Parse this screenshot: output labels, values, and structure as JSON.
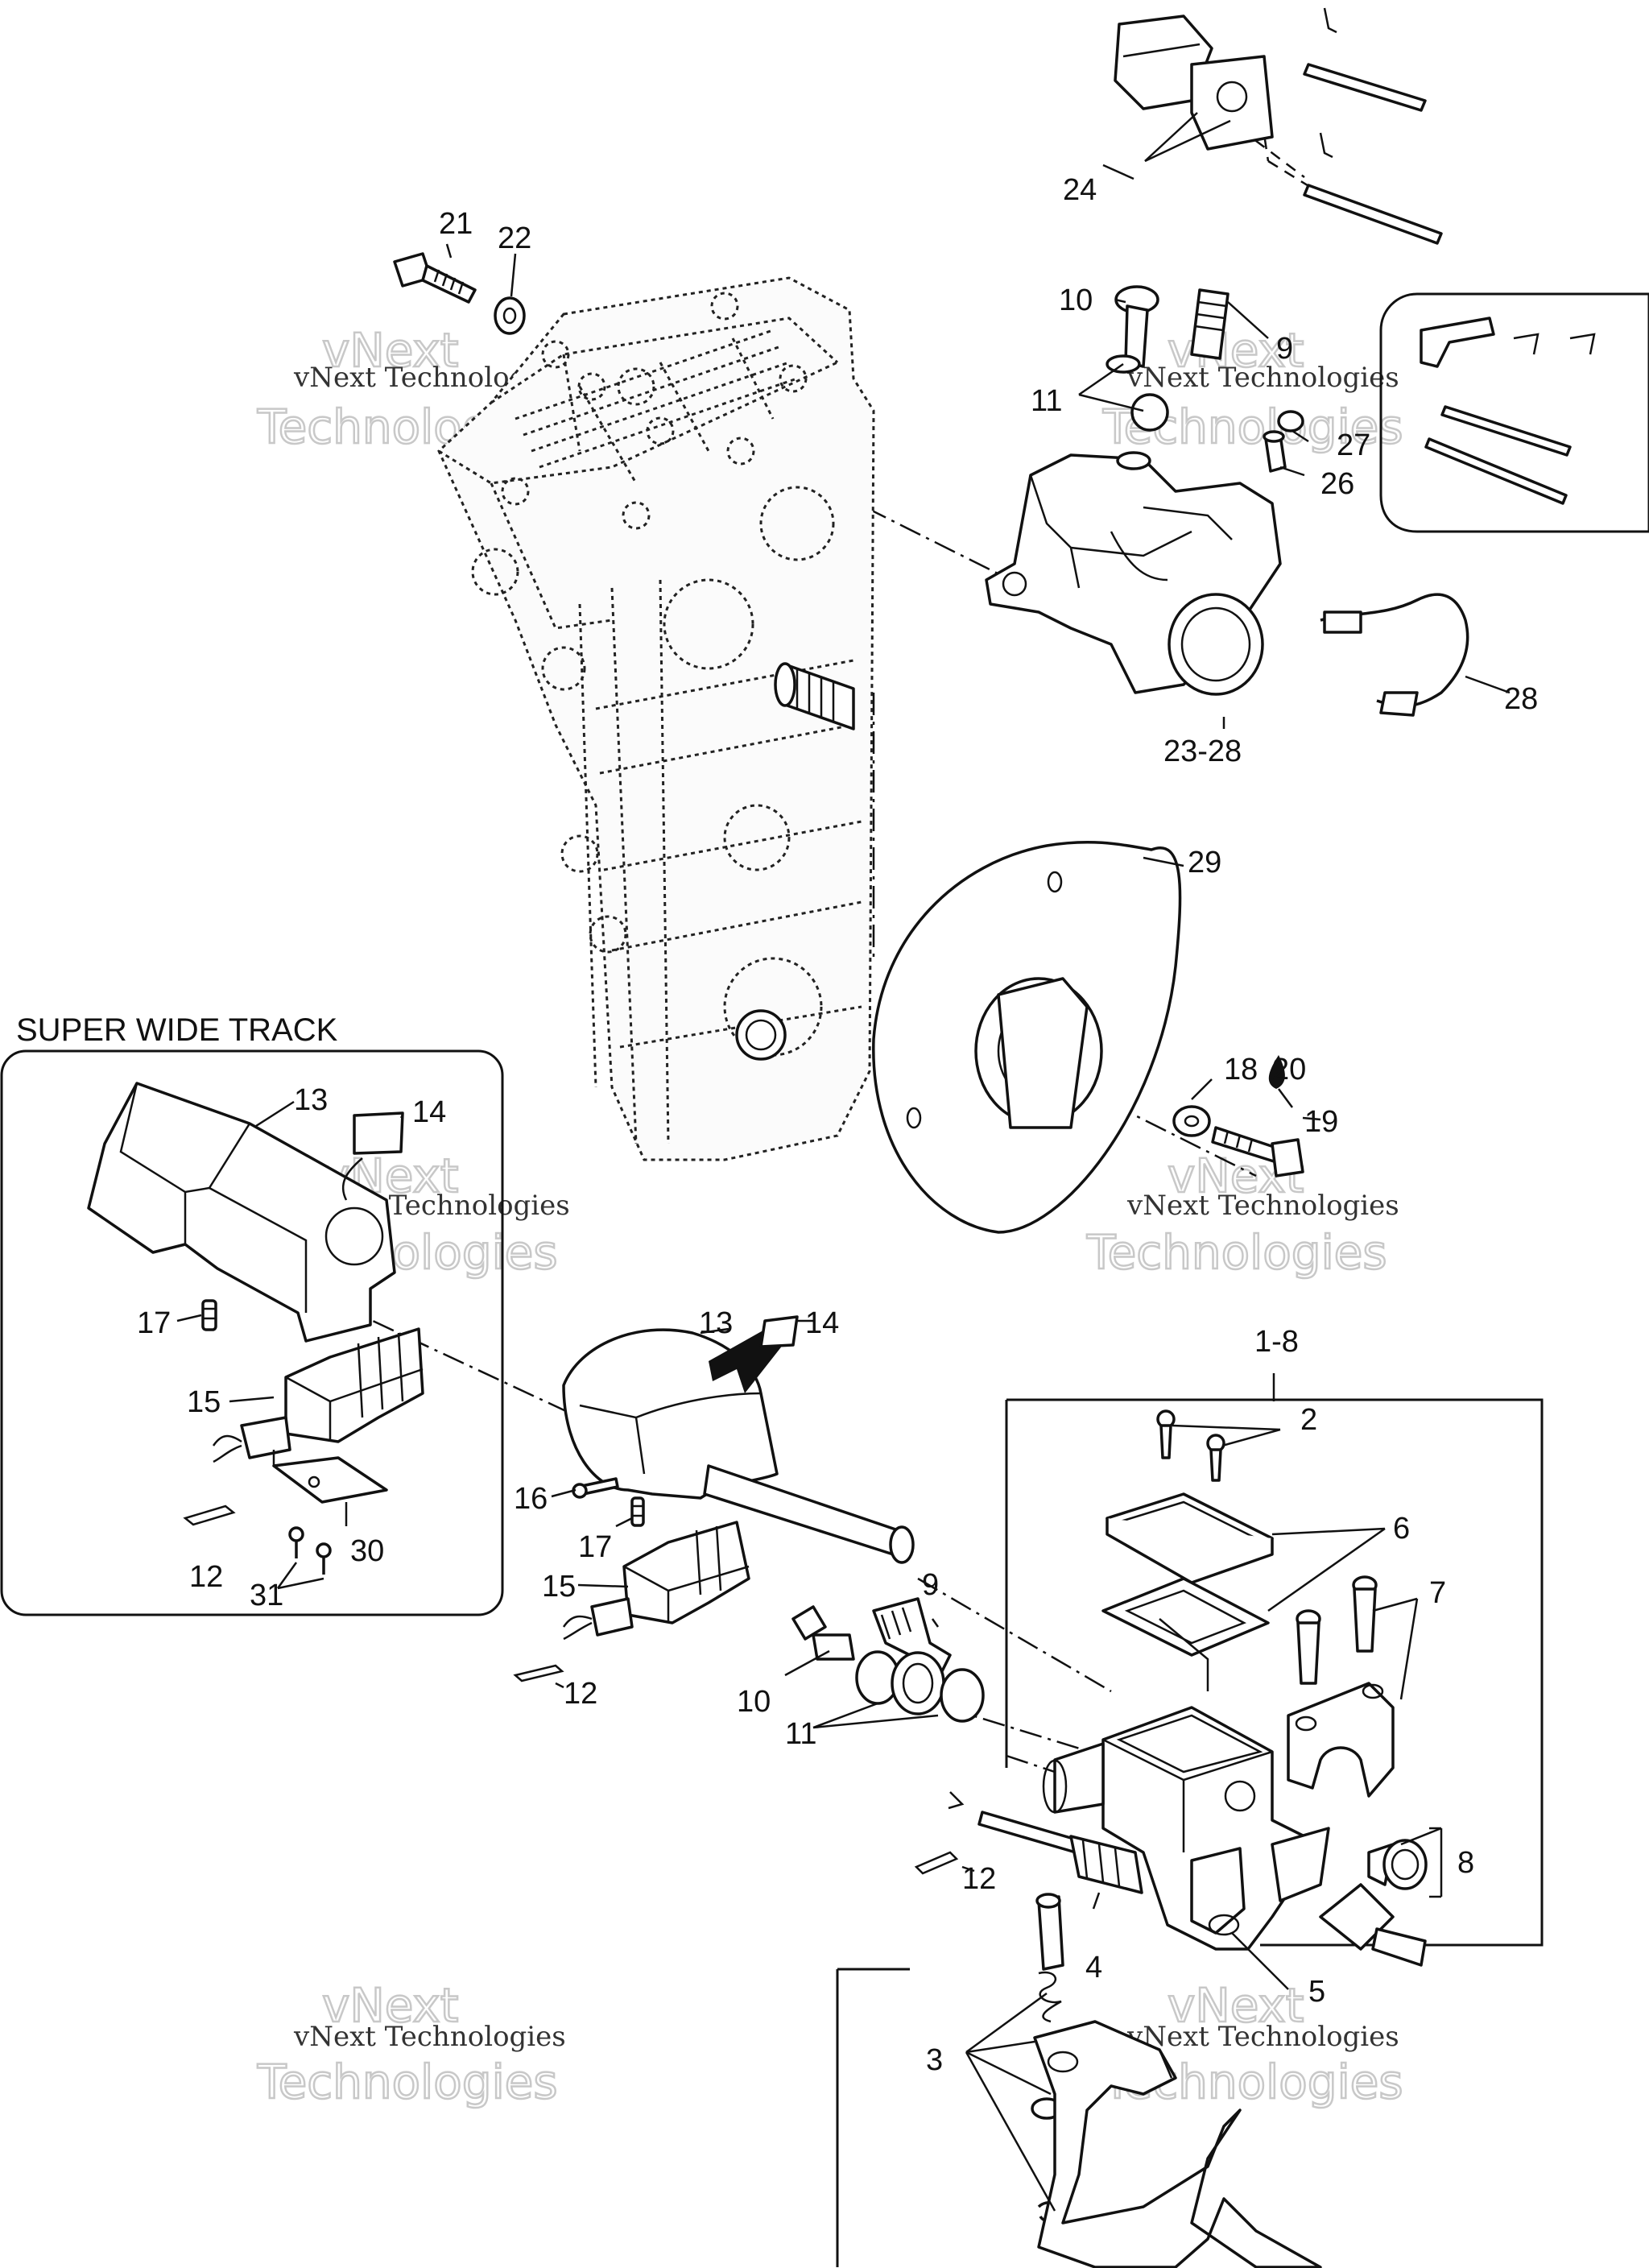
{
  "diagram": {
    "panel_title": "SUPER WIDE TRACK",
    "watermark": {
      "line1": "vNext",
      "line2": "Technologies",
      "caption": "vNext Technologies"
    },
    "callouts": [
      {
        "id": "c1_8",
        "text": "1-8"
      },
      {
        "id": "c2",
        "text": "2"
      },
      {
        "id": "c3",
        "text": "3"
      },
      {
        "id": "c4",
        "text": "4"
      },
      {
        "id": "c5",
        "text": "5"
      },
      {
        "id": "c6",
        "text": "6"
      },
      {
        "id": "c7",
        "text": "7"
      },
      {
        "id": "c8",
        "text": "8"
      },
      {
        "id": "c9a",
        "text": "9"
      },
      {
        "id": "c9b",
        "text": "9"
      },
      {
        "id": "c10a",
        "text": "10"
      },
      {
        "id": "c10b",
        "text": "10"
      },
      {
        "id": "c11a",
        "text": "11"
      },
      {
        "id": "c11b",
        "text": "11"
      },
      {
        "id": "c12a",
        "text": "12"
      },
      {
        "id": "c12b",
        "text": "12"
      },
      {
        "id": "c12c",
        "text": "12"
      },
      {
        "id": "c13a",
        "text": "13"
      },
      {
        "id": "c13b",
        "text": "13"
      },
      {
        "id": "c14a",
        "text": "14"
      },
      {
        "id": "c14b",
        "text": "14"
      },
      {
        "id": "c15a",
        "text": "15"
      },
      {
        "id": "c15b",
        "text": "15"
      },
      {
        "id": "c16",
        "text": "16"
      },
      {
        "id": "c17a",
        "text": "17"
      },
      {
        "id": "c17b",
        "text": "17"
      },
      {
        "id": "c18",
        "text": "18"
      },
      {
        "id": "c19",
        "text": "19"
      },
      {
        "id": "c20",
        "text": "20"
      },
      {
        "id": "c21",
        "text": "21"
      },
      {
        "id": "c22",
        "text": "22"
      },
      {
        "id": "c23_28",
        "text": "23-28"
      },
      {
        "id": "c24",
        "text": "24"
      },
      {
        "id": "c26",
        "text": "26"
      },
      {
        "id": "c27",
        "text": "27"
      },
      {
        "id": "c28",
        "text": "28"
      },
      {
        "id": "c29",
        "text": "29"
      },
      {
        "id": "c30",
        "text": "30"
      },
      {
        "id": "c31",
        "text": "31"
      }
    ]
  }
}
